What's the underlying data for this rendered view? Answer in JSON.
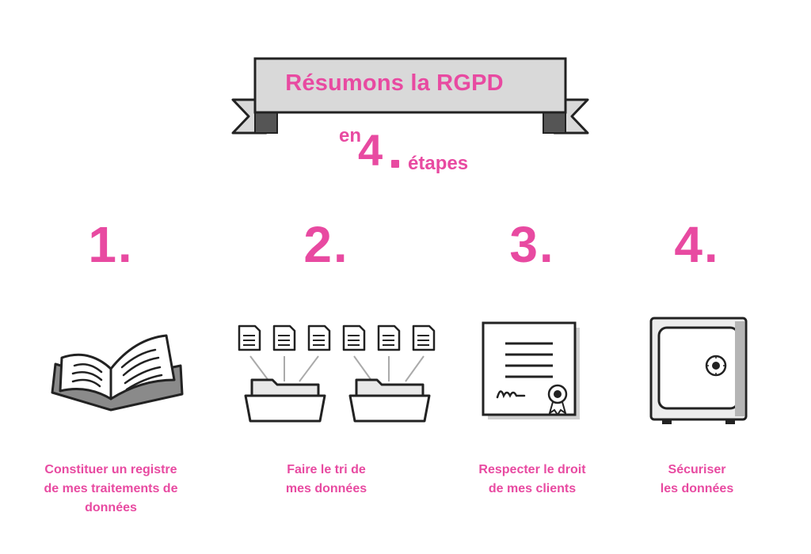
{
  "colors": {
    "accent": "#e84aa1",
    "banner_fill": "#d9d9d9",
    "stroke": "#222222"
  },
  "banner": {
    "title": "Résumons la RGPD"
  },
  "subtitle": {
    "prefix": "en",
    "number": "4",
    "suffix": "étapes"
  },
  "steps": [
    {
      "number": "1.",
      "label": "Constituer un registre\nde mes traitements de\ndonnées",
      "icon": "open-book-icon"
    },
    {
      "number": "2.",
      "label": "Faire le tri de\nmes données",
      "icon": "documents-into-folders-icon"
    },
    {
      "number": "3.",
      "label": "Respecter le droit\nde mes clients",
      "icon": "certificate-icon"
    },
    {
      "number": "4.",
      "label": "Sécuriser\nles données",
      "icon": "safe-icon"
    }
  ]
}
